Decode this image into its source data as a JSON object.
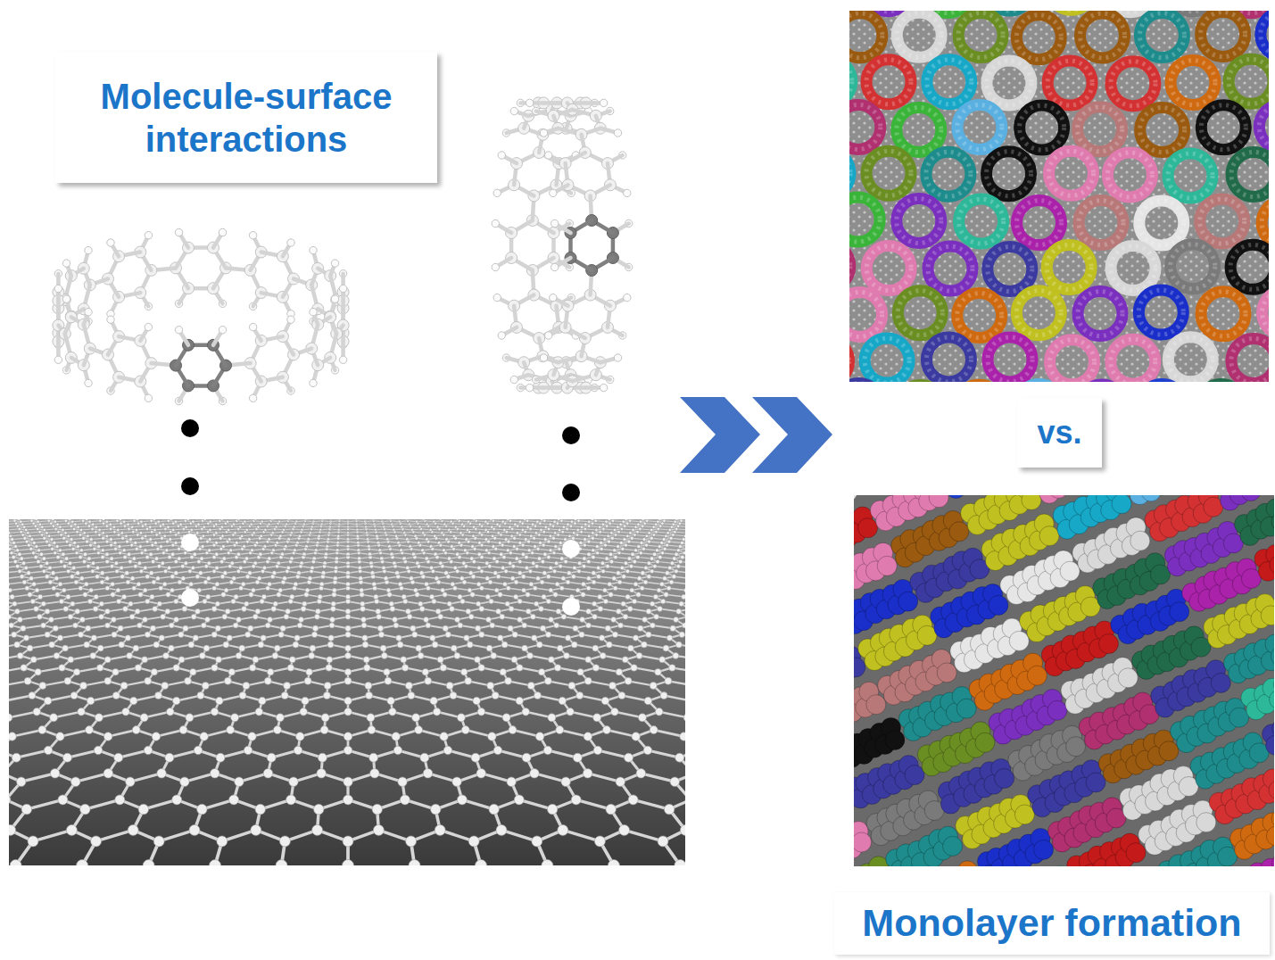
{
  "diagram": {
    "nodes": [
      {
        "text": [
          "Molecule-surface interactions"
        ]
      },
      {
        "text": [
          "vs."
        ]
      },
      {
        "text": [
          "Monolayer formation"
        ]
      }
    ]
  }
}
